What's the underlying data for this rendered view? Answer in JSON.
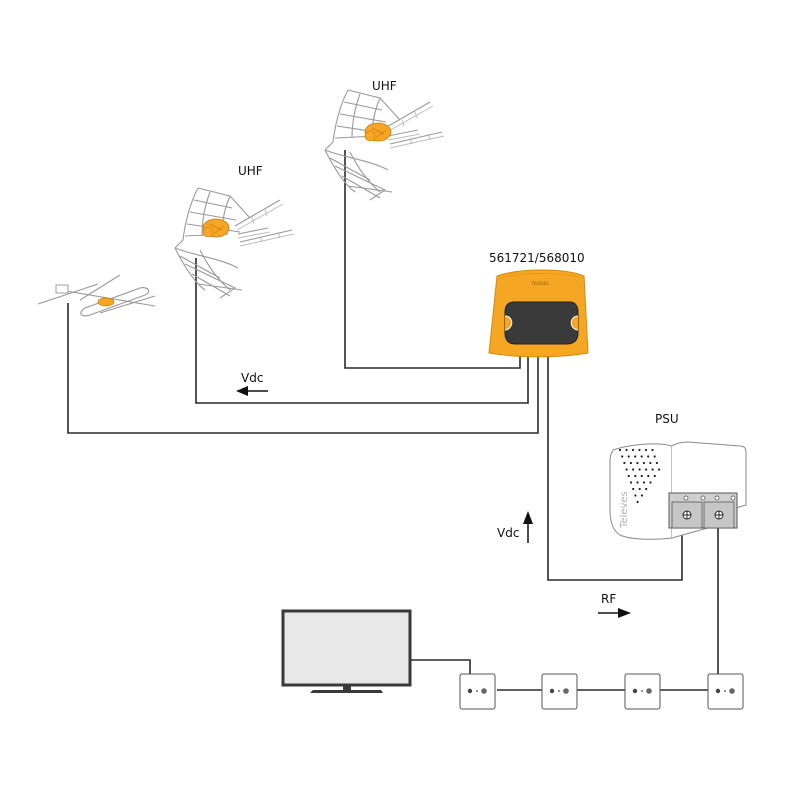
{
  "diagram": {
    "antennas": [
      {
        "id": "uhf-antenna-1",
        "label": "UHF",
        "type": "UHF grid antenna"
      },
      {
        "id": "uhf-antenna-2",
        "label": "UHF",
        "type": "UHF grid antenna"
      },
      {
        "id": "vhf-antenna",
        "label": "",
        "type": "VHF yagi antenna"
      }
    ],
    "amplifier": {
      "label": "561721/568010",
      "color": "#F5A623"
    },
    "psu": {
      "label": "PSU",
      "brand": "Televes"
    },
    "signal_labels": {
      "vdc_left": "Vdc",
      "vdc_up": "Vdc",
      "rf_right": "RF"
    },
    "tv": {
      "label": ""
    },
    "outlets": {
      "count": 4
    },
    "colors": {
      "accent_orange": "#F5A623",
      "amp_panel": "#3a3a3a",
      "wire": "#2a2a2a",
      "tv_screen": "#e8e8e8"
    }
  }
}
